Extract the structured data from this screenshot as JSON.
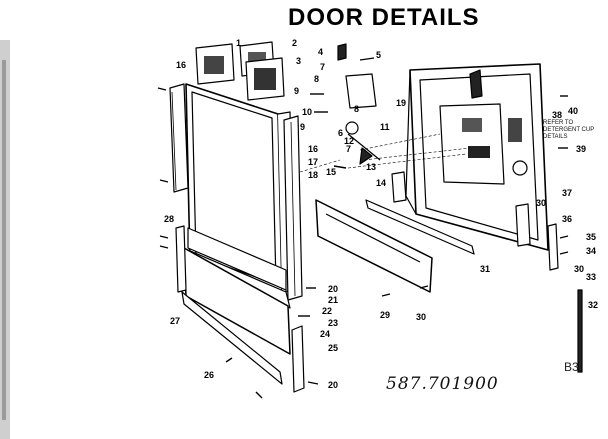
{
  "title": "DOOR DETAILS",
  "model_number": "587.701900",
  "page_code": "B3",
  "note": "REFER TO DETERGENT CUP DETAILS",
  "callouts": {
    "c1": "1",
    "c2": "2",
    "c3": "3",
    "c4": "4",
    "c5": "5",
    "c6": "6",
    "c7": "7",
    "c7b": "7",
    "c8": "8",
    "c8b": "8",
    "c9": "9",
    "c9b": "9",
    "c10": "10",
    "c11": "11",
    "c12": "12",
    "c13": "13",
    "c14": "14",
    "c15": "15",
    "c16": "16",
    "c16b": "16",
    "c17": "17",
    "c18": "18",
    "c19": "19",
    "c20": "20",
    "c20b": "20",
    "c21": "21",
    "c22": "22",
    "c23": "23",
    "c24": "24",
    "c25": "25",
    "c26": "26",
    "c27": "27",
    "c28": "28",
    "c29": "29",
    "c30": "30",
    "c30b": "30",
    "c30c": "30",
    "c31": "31",
    "c32": "32",
    "c33": "33",
    "c34": "34",
    "c35": "35",
    "c36": "36",
    "c37": "37",
    "c38": "38",
    "c39": "39",
    "c40": "40"
  }
}
